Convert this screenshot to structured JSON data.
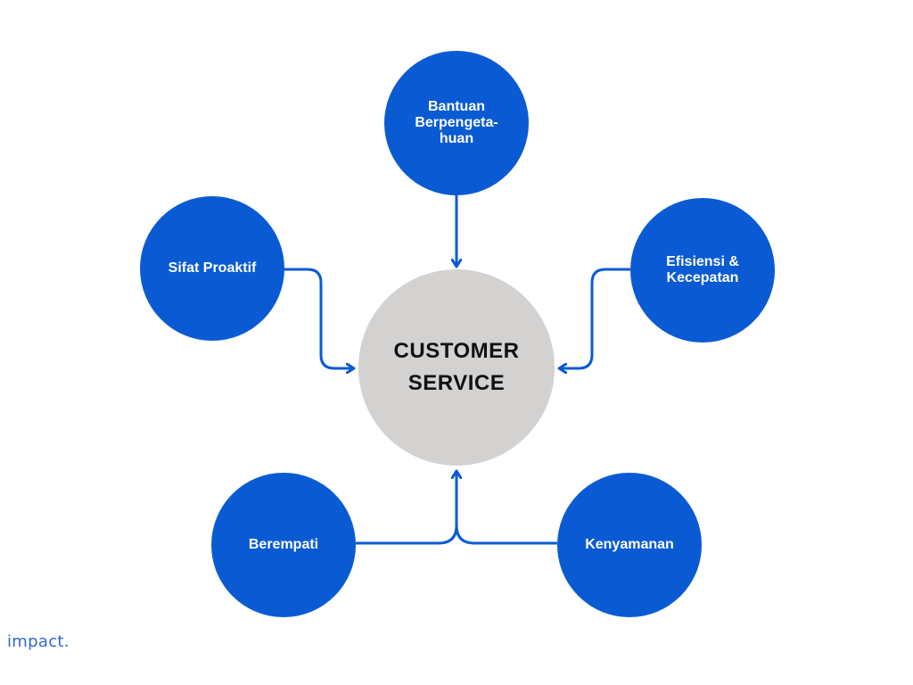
{
  "diagram": {
    "center": {
      "label": "CUSTOMER\nSERVICE"
    },
    "nodes": [
      {
        "id": "top",
        "label": "Bantuan\nBerpengeta-\nhuan"
      },
      {
        "id": "left",
        "label": "Sifat Proaktif"
      },
      {
        "id": "right",
        "label": "Efisiensi &\nKecepatan"
      },
      {
        "id": "bottom_left",
        "label": "Berempati"
      },
      {
        "id": "bottom_right",
        "label": "Kenyamanan"
      }
    ],
    "edges": [
      {
        "from": "top",
        "to": "center"
      },
      {
        "from": "left",
        "to": "center"
      },
      {
        "from": "right",
        "to": "center"
      },
      {
        "from": "bottom_left",
        "to": "center"
      },
      {
        "from": "bottom_right",
        "to": "center"
      }
    ]
  },
  "colors": {
    "node_fill": "#0a5bd3",
    "center_fill": "#d3d2d1",
    "connector": "#0a5bd3"
  },
  "brand": {
    "logo_text": "impact."
  }
}
